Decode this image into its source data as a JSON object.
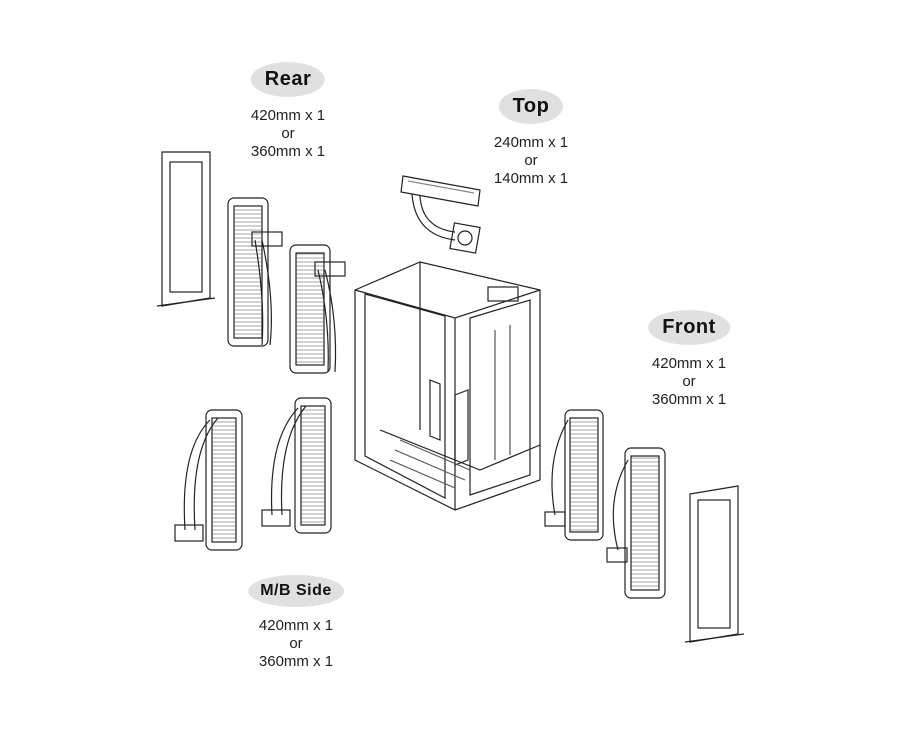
{
  "sections": {
    "rear": {
      "title": "Rear",
      "option1": "420mm x 1",
      "or": "or",
      "option2": "360mm x 1"
    },
    "top": {
      "title": "Top",
      "option1": "240mm x 1",
      "or": "or",
      "option2": "140mm x 1"
    },
    "front": {
      "title": "Front",
      "option1": "420mm x 1",
      "or": "or",
      "option2": "360mm x 1"
    },
    "mb_side": {
      "title": "M/B Side",
      "option1": "420mm x 1",
      "or": "or",
      "option2": "360mm x 1"
    }
  }
}
